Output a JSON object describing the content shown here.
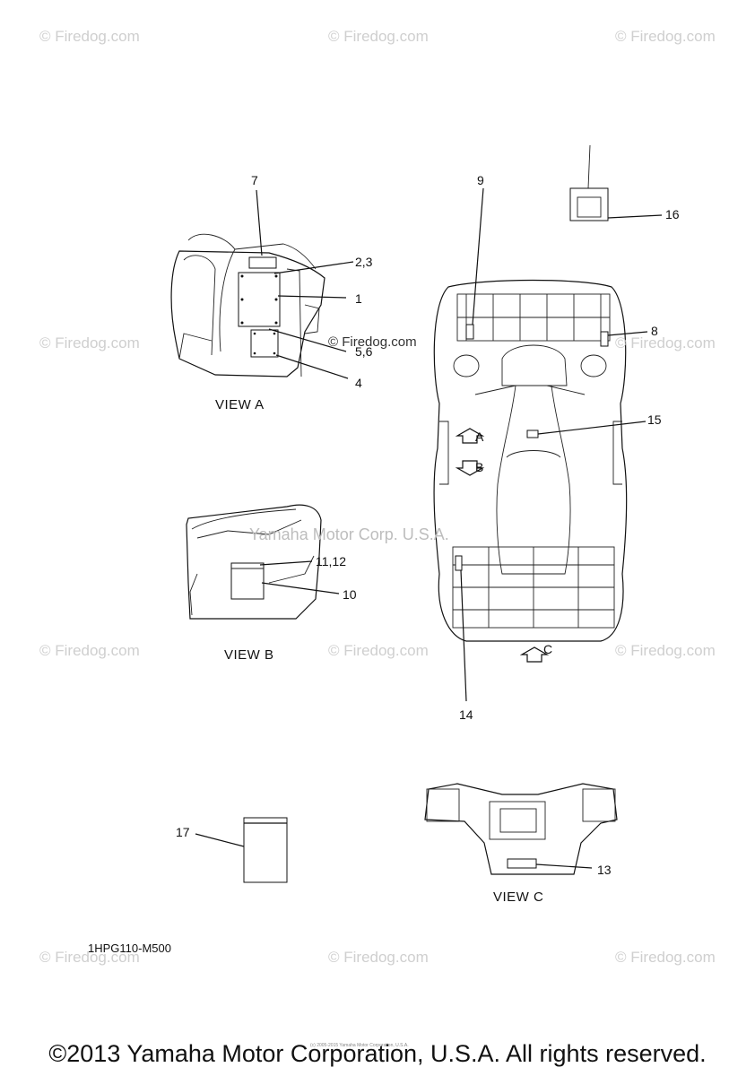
{
  "watermarks": [
    "© Firedog.com",
    "© Firedog.com",
    "© Firedog.com",
    "© Firedog.com",
    "© Firedog.com",
    "© Firedog.com",
    "© Firedog.com",
    "© Firedog.com",
    "© Firedog.com",
    "© Firedog.com",
    "© Firedog.com"
  ],
  "center_watermark": "© Firedog.com",
  "faint_watermark": "Yamaha Motor Corp. U.S.A.",
  "callouts": [
    "7",
    "2,3",
    "1",
    "5,6",
    "4",
    "9",
    "16",
    "8",
    "15",
    "A",
    "B",
    "11,12",
    "10",
    "C",
    "14",
    "17",
    "13"
  ],
  "views": {
    "a": "VIEW A",
    "b": "VIEW B",
    "c": "VIEW C"
  },
  "drawing_code": "1HPG110-M500",
  "tiny_copyright": "(c) 2005-2015 Yamaha Motor Corporation, U.S.A.",
  "footer": "©2013 Yamaha Motor Corporation, U.S.A. All rights reserved."
}
